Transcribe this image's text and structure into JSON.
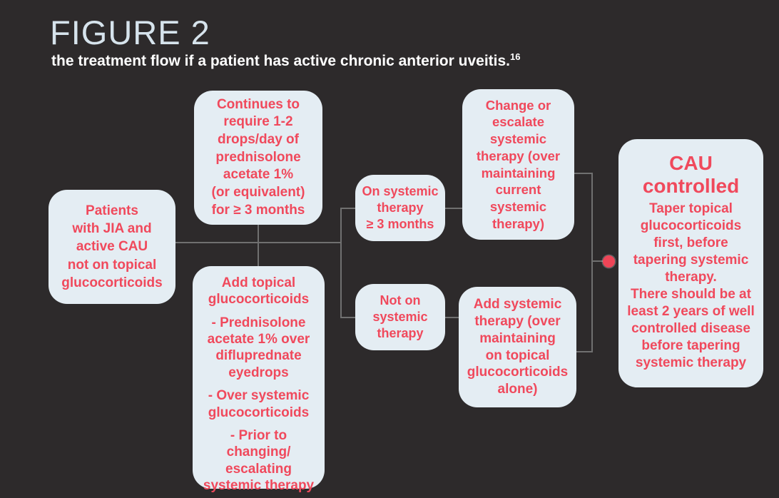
{
  "figure": {
    "title": "FIGURE 2",
    "subtitle": "the treatment flow if a patient has active chronic anterior uveitis.",
    "reference": "16"
  },
  "colors": {
    "background": "#2d2a2b",
    "node_fill": "#e4edf3",
    "node_text": "#f0495c",
    "title_text": "#d6e3ec",
    "subtitle_text": "#ffffff",
    "connector": "#707070",
    "dot": "#ef4557"
  },
  "boxes": {
    "patients": {
      "text": "Patients\nwith JIA and\nactive CAU\nnot on topical\nglucocorticoids"
    },
    "continues": {
      "text": "Continues to\nrequire 1-2\ndrops/day of\nprednisolone\nacetate 1%\n(or equivalent)\nfor ≥ 3 months"
    },
    "add_topical": {
      "heading": "Add topical\nglucocorticoids",
      "bullet_1": "- Prednisolone\nacetate 1% over\ndifluprednate\neyedrops",
      "bullet_2": "- Over systemic\nglucocorticoids",
      "bullet_3": "- Prior to\nchanging/\nescalating\nsystemic therapy"
    },
    "on_systemic": {
      "text": "On systemic\ntherapy\n≥ 3 months"
    },
    "not_on_systemic": {
      "text": "Not on\nsystemic\ntherapy"
    },
    "change_escalate": {
      "text": "Change or\nescalate\nsystemic\ntherapy (over\nmaintaining\ncurrent\nsystemic\ntherapy)"
    },
    "add_systemic": {
      "text": "Add systemic\ntherapy (over\nmaintaining\non topical\nglucocorticoids\nalone)"
    },
    "cau_controlled": {
      "heading": "CAU\ncontrolled",
      "body": "Taper topical\nglucocorticoids\nfirst, before\ntapering systemic\ntherapy.\nThere should be at\nleast 2 years of well\ncontrolled disease\nbefore tapering\nsystemic therapy"
    }
  }
}
